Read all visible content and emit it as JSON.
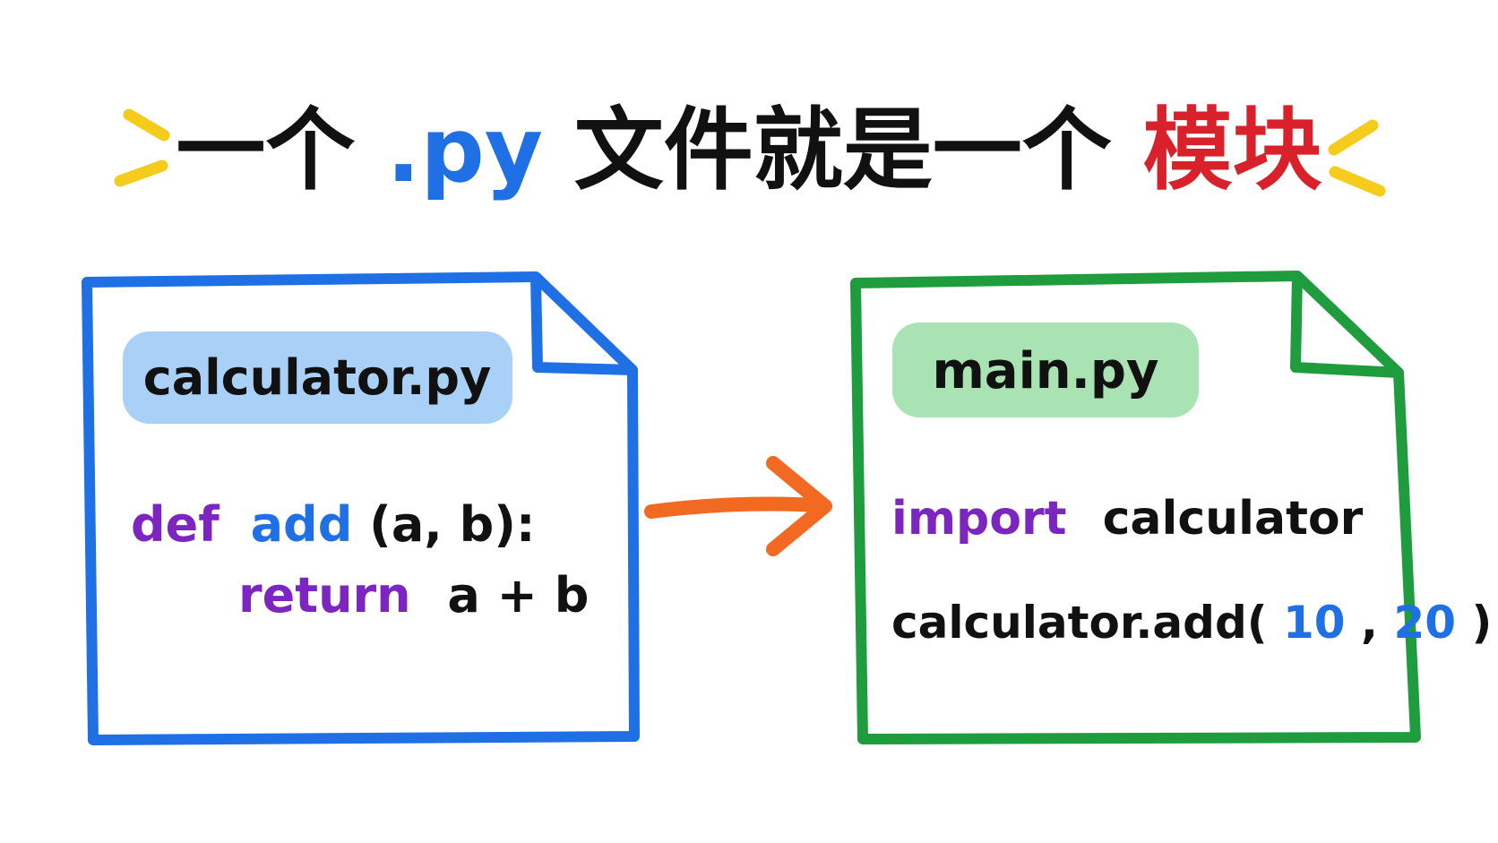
{
  "title": {
    "prefix": "一个",
    "ext": ".py",
    "middle": "文件就是一个",
    "highlight": "模块"
  },
  "colors": {
    "title_black": "#111111",
    "title_blue": "#1f6fe5",
    "title_red": "#d8212a",
    "accent_yellow": "#f5cc1b",
    "blue_frame": "#1f6fe5",
    "blue_label_bg": "#a9d0f6",
    "green_frame": "#1e9c3e",
    "green_label_bg": "#a9e3b3",
    "arrow": "#f26a21",
    "keyword_purple": "#7c25c0",
    "name_blue": "#1f6fe5",
    "number_blue": "#1f6fe5",
    "code_black": "#111111"
  },
  "left_file": {
    "filename": "calculator.py",
    "line1": {
      "kw": "def",
      "name": "add",
      "rest": "(a, b):"
    },
    "line2": {
      "kw": "return",
      "rest": "a + b"
    }
  },
  "right_file": {
    "filename": "main.py",
    "line1": {
      "kw": "import",
      "rest": "calculator"
    },
    "line2": {
      "call": "calculator.add(",
      "n1": "10",
      "sep": ", ",
      "n2": "20",
      "close": ")"
    }
  }
}
